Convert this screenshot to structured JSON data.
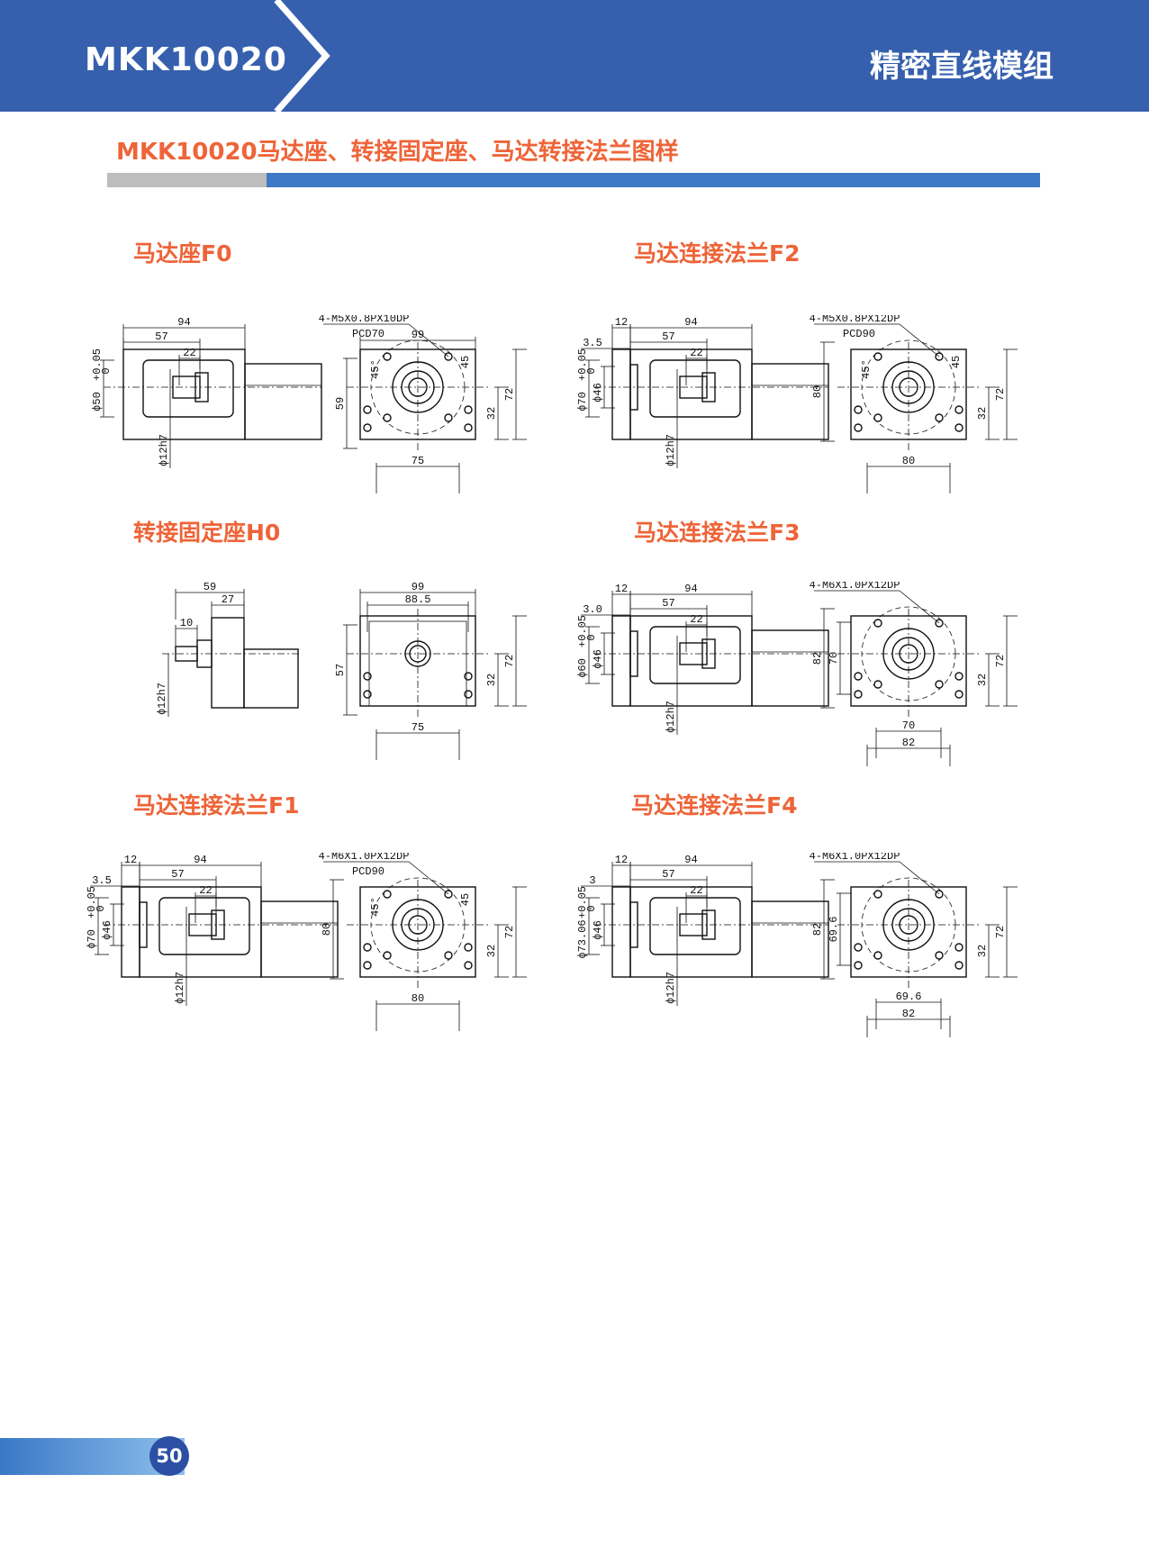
{
  "header": {
    "model": "MKK10020",
    "series": "精密直线模组",
    "color": "#3660ae"
  },
  "page_title": "MKK10020马达座、转接固定座、马达转接法兰图样",
  "accent_color": "#ee6438",
  "drawings": [
    {
      "id": "f0",
      "title": "马达座F0",
      "kind": "seat",
      "side": {
        "overall": "94",
        "offset": "57",
        "slot": "22",
        "diameter": "ϕ50",
        "tol_upper": "+0.05",
        "tol_lower": "0",
        "shaft": "ϕ12h7"
      },
      "front": {
        "callout": "4-M5X0.8PX10DP",
        "pcd": "PCD70",
        "width": "99",
        "bottom": "75",
        "height": "72",
        "inner_height": "59",
        "center_height": "32",
        "angle": "45°",
        "angle2": "45"
      }
    },
    {
      "id": "f2",
      "title": "马达连接法兰F2",
      "kind": "flange",
      "side": {
        "flange": "12",
        "overall": "94",
        "lip": "3.5",
        "offset": "57",
        "slot": "22",
        "diameter": "ϕ70",
        "tol_upper": "+0.05",
        "tol_lower": "0",
        "pilot": "ϕ46",
        "shaft": "ϕ12h7"
      },
      "front": {
        "callout": "4-M5X0.8PX12DP",
        "pcd": "PCD90",
        "left_height": "80",
        "height": "72",
        "center_height": "32",
        "bottom": "80",
        "angle": "45°",
        "angle2": "45"
      }
    },
    {
      "id": "h0",
      "title": "转接固定座H0",
      "kind": "adapter",
      "side": {
        "overall": "59",
        "offset": "27",
        "shaft_len": "10",
        "shaft": "ϕ12h7"
      },
      "front": {
        "width": "99",
        "inner_width": "88.5",
        "height": "72",
        "inner_height": "57",
        "center_height": "32",
        "bottom": "75"
      }
    },
    {
      "id": "f3",
      "title": "马达连接法兰F3",
      "kind": "flange",
      "side": {
        "flange": "12",
        "overall": "94",
        "lip": "3.0",
        "offset": "57",
        "slot": "22",
        "diameter": "ϕ60",
        "tol_upper": "+0.05",
        "tol_lower": "0",
        "pilot": "ϕ46",
        "shaft": "ϕ12h7"
      },
      "front": {
        "callout": "4-M6X1.0PX12DP",
        "left_height": "82",
        "left_inner": "70",
        "height": "72",
        "center_height": "32",
        "inner_bottom": "70",
        "bottom": "82"
      }
    },
    {
      "id": "f1",
      "title": "马达连接法兰F1",
      "kind": "flange",
      "side": {
        "flange": "12",
        "overall": "94",
        "lip": "3.5",
        "offset": "57",
        "slot": "22",
        "diameter": "ϕ70",
        "tol_upper": "+0.05",
        "tol_lower": "0",
        "pilot": "ϕ46",
        "shaft": "ϕ12h7"
      },
      "front": {
        "callout": "4-M6X1.0PX12DP",
        "pcd": "PCD90",
        "left_height": "80",
        "height": "72",
        "center_height": "32",
        "bottom": "80",
        "angle": "45°",
        "angle2": "45"
      }
    },
    {
      "id": "f4",
      "title": "马达连接法兰F4",
      "kind": "flange",
      "side": {
        "flange": "12",
        "overall": "94",
        "lip": "3",
        "offset": "57",
        "slot": "22",
        "diameter": "ϕ73.06",
        "tol_upper": "+0.05",
        "tol_lower": "0",
        "pilot": "ϕ46",
        "shaft": "ϕ12h7"
      },
      "front": {
        "callout": "4-M6X1.0PX12DP",
        "left_height": "82",
        "left_inner": "69.6",
        "height": "72",
        "center_height": "32",
        "inner_bottom": "69.6",
        "bottom": "82"
      }
    }
  ],
  "footer": {
    "page_number": "50"
  }
}
